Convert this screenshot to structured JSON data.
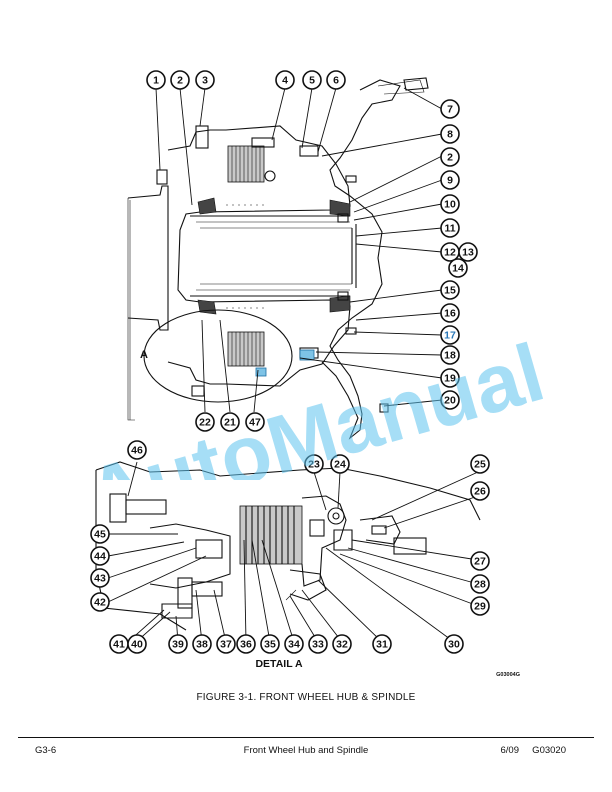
{
  "figure": {
    "callouts_top": [
      "1",
      "2",
      "3",
      "4",
      "5",
      "6",
      "7",
      "8",
      "2",
      "9",
      "10",
      "11",
      "12",
      "13",
      "14",
      "15",
      "16",
      "17",
      "18",
      "19",
      "20",
      "22",
      "21",
      "47"
    ],
    "detail_marker": "A",
    "callouts_detail": [
      "46",
      "23",
      "24",
      "25",
      "26",
      "45",
      "44",
      "43",
      "42",
      "27",
      "28",
      "29",
      "41",
      "40",
      "39",
      "38",
      "37",
      "36",
      "35",
      "34",
      "33",
      "32",
      "31",
      "30"
    ],
    "detail_label": "DETAIL A",
    "drawing_code": "G03004G"
  },
  "caption": "FIGURE 3-1. FRONT WHEEL HUB & SPINDLE",
  "footer": {
    "left": "G3-6",
    "center": "Front Wheel Hub and Spindle",
    "right": "6/09     G03020"
  },
  "watermark": "AutoManual"
}
